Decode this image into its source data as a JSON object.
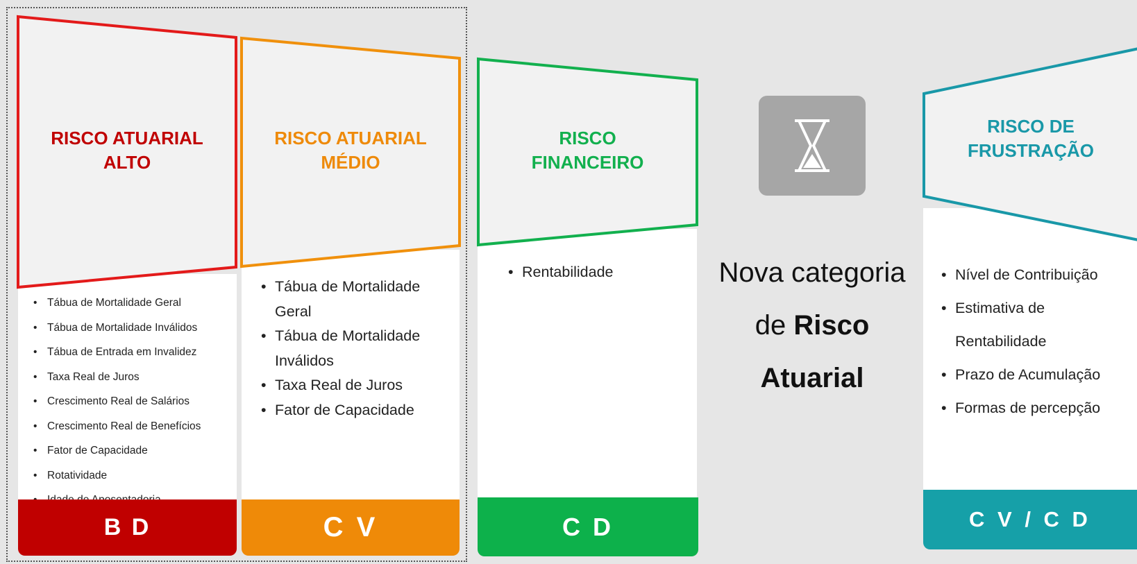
{
  "cards": [
    {
      "id": "alto",
      "title_line1": "RISCO ATUARIAL",
      "title_line2": "ALTO",
      "color": "#e31a1a",
      "title_color": "#c00000",
      "footer_color": "#c00000",
      "footer_label": "B D",
      "items": [
        "Tábua de Mortalidade Geral",
        "Tábua de Mortalidade Inválidos",
        "Tábua de Entrada em Invalidez",
        "Taxa Real de Juros",
        "Crescimento Real de Salários",
        "Crescimento Real de Benefícios",
        "Fator de Capacidade",
        "Rotatividade",
        "Idade de Aposentadoria"
      ]
    },
    {
      "id": "medio",
      "title_line1": "RISCO ATUARIAL",
      "title_line2": "MÉDIO",
      "color": "#f0900c",
      "title_color": "#ee8a0a",
      "footer_color": "#ef8a08",
      "footer_label": "C V",
      "items": [
        "Tábua de Mortalidade Geral",
        "Tábua de Mortalidade Inválidos",
        "Taxa Real de Juros",
        "Fator de Capacidade"
      ]
    },
    {
      "id": "financeiro",
      "title_line1": "RISCO",
      "title_line2": "FINANCEIRO",
      "color": "#12b04e",
      "title_color": "#12b04e",
      "footer_color": "#0db14b",
      "footer_label": "C D",
      "items": [
        "Rentabilidade"
      ]
    },
    {
      "id": "frustracao",
      "title_line1": "RISCO DE",
      "title_line2": "FRUSTRAÇÃO",
      "color": "#1998a8",
      "title_color": "#1998a8",
      "footer_color": "#16a0a8",
      "footer_label": "C V / C D",
      "items": [
        "Nível de Contribuição",
        "Estimativa de Rentabilidade",
        "Prazo de Acumulação",
        "Formas de percepção"
      ]
    }
  ],
  "center": {
    "line1": "Nova categoria",
    "line2_prefix": "de ",
    "line2_bold": "Risco Atuarial",
    "icon": "hourglass-icon"
  }
}
